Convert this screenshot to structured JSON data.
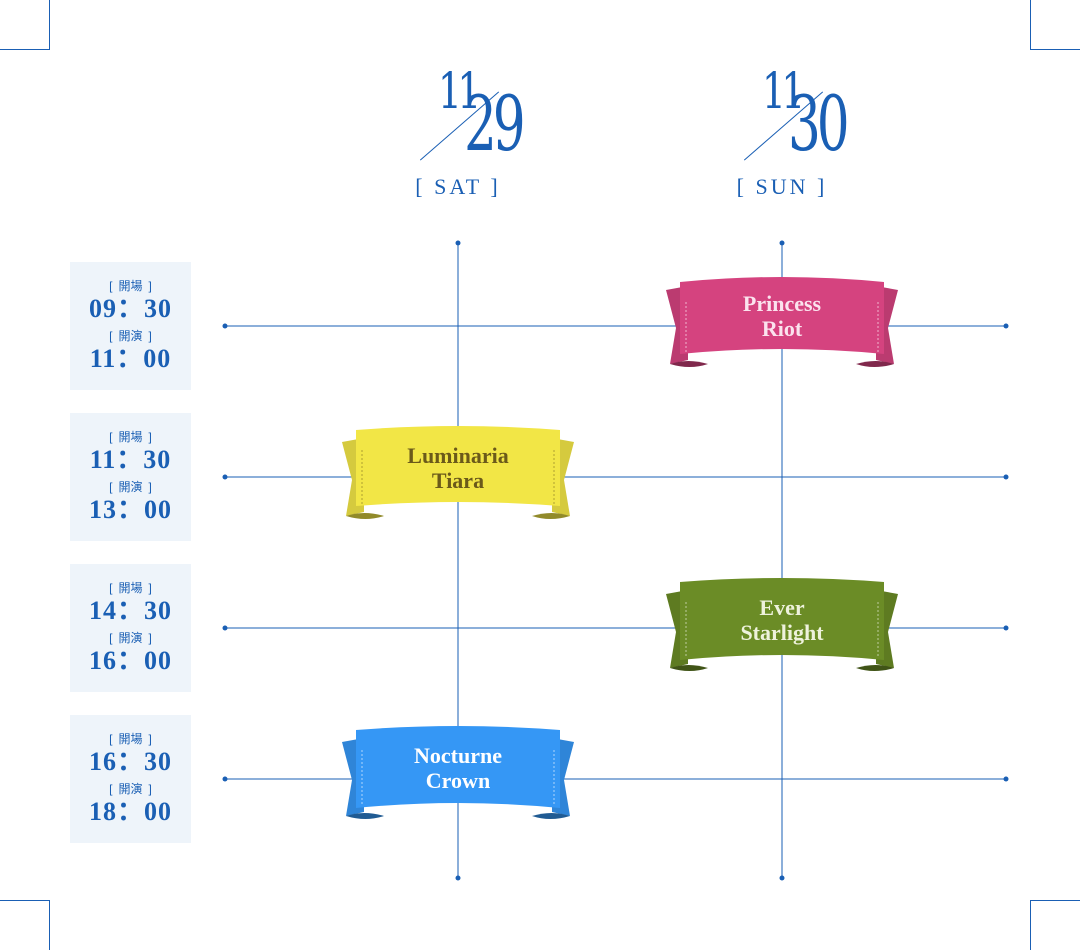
{
  "dates": [
    {
      "month": "11",
      "day": "29",
      "weekday": "[ SAT ]"
    },
    {
      "month": "11",
      "day": "30",
      "weekday": "[ SUN ]"
    }
  ],
  "slots": [
    {
      "open_label": "開場",
      "open_time": "09：30",
      "start_label": "開演",
      "start_time": "11：00"
    },
    {
      "open_label": "開場",
      "open_time": "11：30",
      "start_label": "開演",
      "start_time": "13：00"
    },
    {
      "open_label": "開場",
      "open_time": "14：30",
      "start_label": "開演",
      "start_time": "16：00"
    },
    {
      "open_label": "開場",
      "open_time": "16：30",
      "start_label": "開演",
      "start_time": "18：00"
    }
  ],
  "performances": [
    {
      "line1": "Princess",
      "line2": "Riot",
      "color": "#d5437f",
      "text_color": "#fbe3ee",
      "day_index": 1,
      "slot_index": 0
    },
    {
      "line1": "Luminaria",
      "line2": "Tiara",
      "color": "#f2e646",
      "text_color": "#6b5a1a",
      "day_index": 0,
      "slot_index": 1
    },
    {
      "line1": "Ever",
      "line2": "Starlight",
      "color": "#6b8c26",
      "text_color": "#eef2dc",
      "day_index": 1,
      "slot_index": 2
    },
    {
      "line1": "Nocturne",
      "line2": "Crown",
      "color": "#3597f5",
      "text_color": "#ffffff",
      "day_index": 0,
      "slot_index": 3
    }
  ],
  "accent_color": "#1a5fb4"
}
